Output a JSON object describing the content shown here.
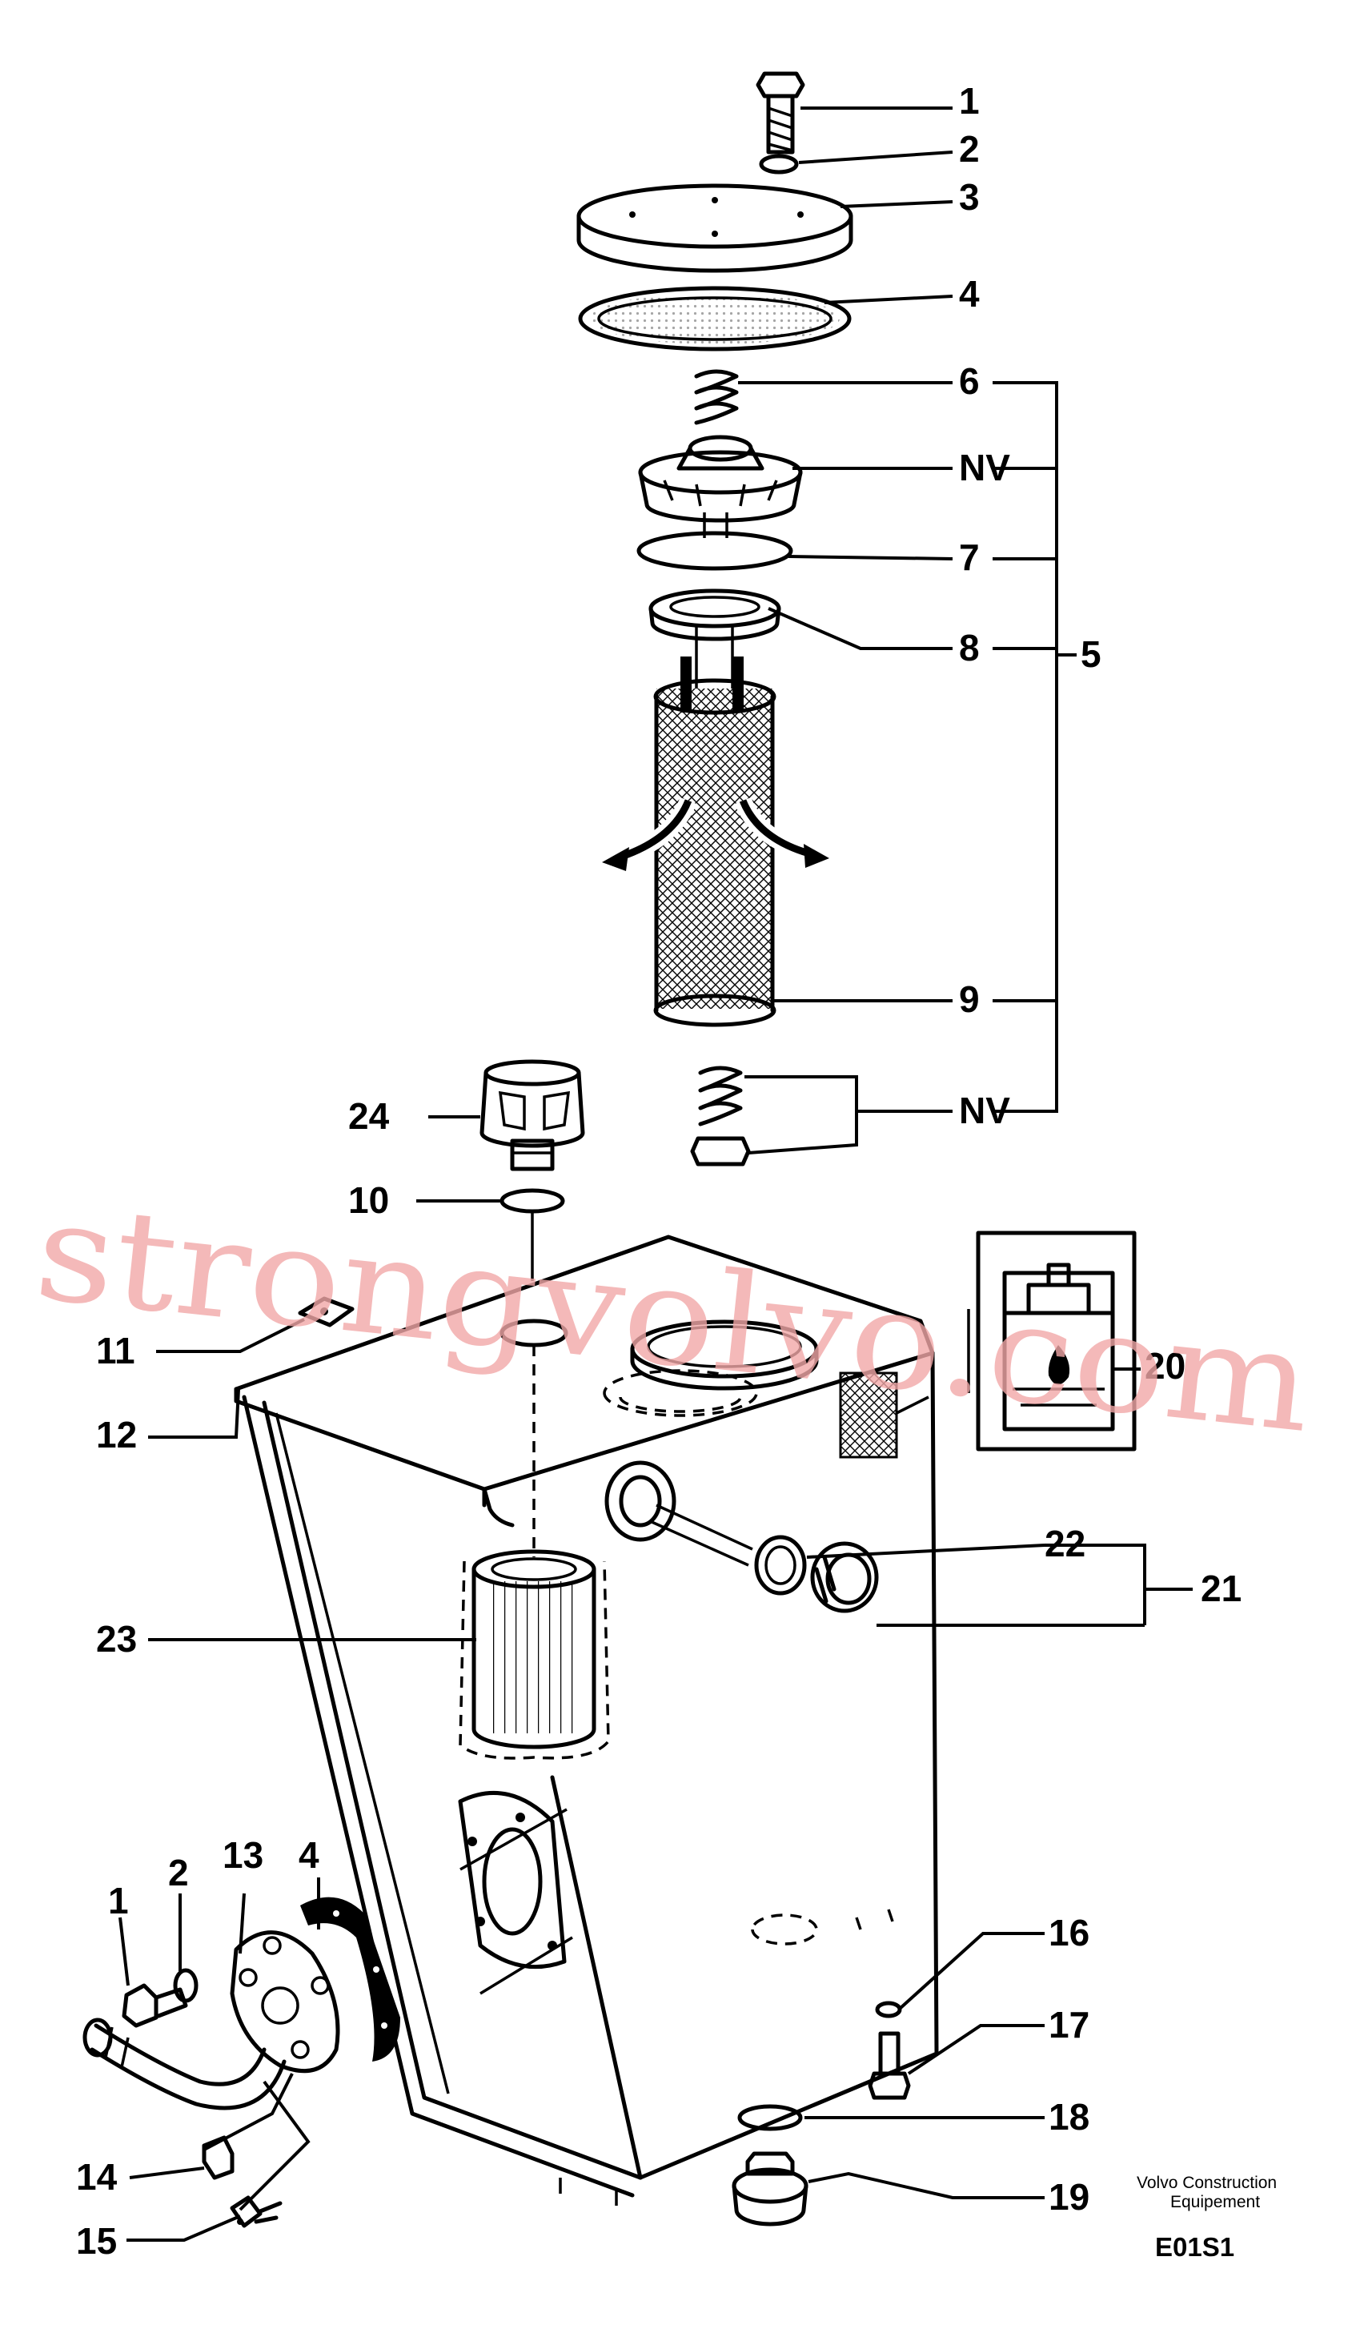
{
  "callouts": {
    "c1": "1",
    "c2": "2",
    "c3": "3",
    "c4": "4",
    "c5": "5",
    "c6": "6",
    "nv_top": "NV",
    "c7": "7",
    "c8": "8",
    "c9": "9",
    "nv_bottom": "NV",
    "c24": "24",
    "c10": "10",
    "c11": "11",
    "c12": "12",
    "c20": "20",
    "c22": "22",
    "c21": "21",
    "c23": "23",
    "c4_lower": "4",
    "c2_lower": "2",
    "c13": "13",
    "c1_lower": "1",
    "c14": "14",
    "c15": "15",
    "c16": "16",
    "c17": "17",
    "c18": "18",
    "c19": "19"
  },
  "watermark": "strongvolvo.com",
  "footer": {
    "credit_line1": "Volvo Construction",
    "credit_line2": "Equipement",
    "code": "E01S1"
  }
}
